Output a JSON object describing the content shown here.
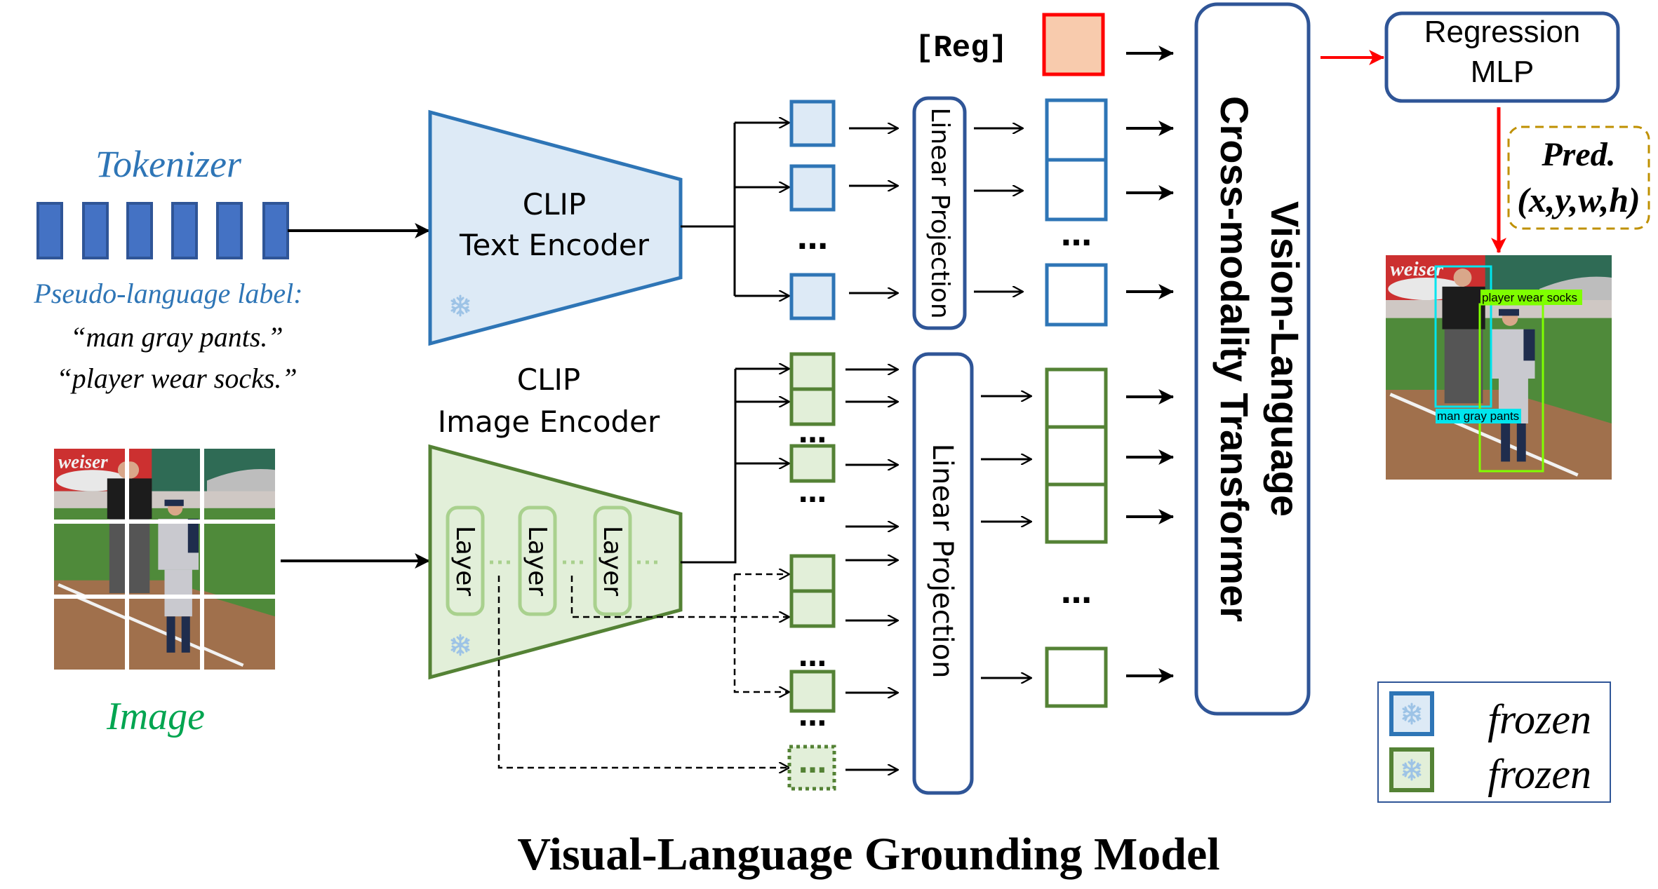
{
  "title": "Visual-Language Grounding Model",
  "colors": {
    "text_blue": "#2e75b6",
    "token_fill": "#4472c4",
    "token_stroke": "#2f5597",
    "text_enc_fill": "#ddeaf6",
    "text_enc_stroke": "#2e75b6",
    "img_enc_fill": "#e2efd9",
    "img_enc_stroke": "#548235",
    "layer_stroke": "#a9d18e",
    "box_stroke": "#2f5597",
    "reg_fill": "#f8cbad",
    "reg_stroke": "#ff0000",
    "red_arrow": "#ff0000",
    "pred_dash": "#bf9000",
    "image_label_green": "#00a550",
    "snow": "#9dc3e6"
  },
  "text_input": {
    "tokenizer_label": "Tokenizer",
    "token_count": 6,
    "pseudo_label_heading": "Pseudo-language label:",
    "pseudo_labels": [
      "“man gray pants.”",
      "“player wear socks.”"
    ]
  },
  "image_input": {
    "label": "Image",
    "grid": "3x3 patches"
  },
  "text_encoder": {
    "line1": "CLIP",
    "line2": "Text Encoder",
    "frozen": true
  },
  "image_encoder": {
    "line1": "CLIP",
    "line2": "Image Encoder",
    "layers": [
      "Layer",
      "Layer",
      "Layer"
    ],
    "frozen": true
  },
  "projections": {
    "text": "Linear Projection",
    "image": "Linear Projection"
  },
  "reg_token": {
    "label": "[Reg]"
  },
  "ellipsis": "…",
  "transformer": {
    "line1": "Vision-Language",
    "line2": "Cross-modality Transformer"
  },
  "head": {
    "line1": "Regression",
    "line2": "MLP"
  },
  "prediction": {
    "line1": "Pred.",
    "line2": "(x,y,w,h)"
  },
  "result_image": {
    "boxes": [
      {
        "label": "player wear socks",
        "color": "#7fff00"
      },
      {
        "label": "man gray pants",
        "color": "#00e5ee"
      }
    ]
  },
  "legend": {
    "items": [
      {
        "label": "frozen",
        "stroke": "#2e75b6",
        "fill": "#ddeaf6"
      },
      {
        "label": "frozen",
        "stroke": "#548235",
        "fill": "#e2efd9"
      }
    ]
  }
}
